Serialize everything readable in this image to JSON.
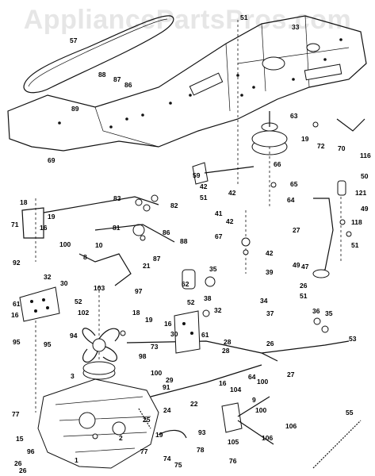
{
  "watermark": "AppliancePartsPros.com",
  "callouts": [
    "57",
    "51",
    "33",
    "88",
    "87",
    "86",
    "89",
    "63",
    "19",
    "72",
    "70",
    "116",
    "69",
    "59",
    "66",
    "42",
    "51",
    "65",
    "42",
    "64",
    "50",
    "121",
    "49",
    "18",
    "19",
    "71",
    "16",
    "83",
    "82",
    "81",
    "86",
    "88",
    "21",
    "87",
    "100",
    "92",
    "10",
    "8",
    "41",
    "42",
    "118",
    "27",
    "51",
    "67",
    "62",
    "35",
    "38",
    "39",
    "42",
    "32",
    "30",
    "52",
    "61",
    "16",
    "103",
    "97",
    "102",
    "18",
    "19",
    "16",
    "47",
    "49",
    "26",
    "51",
    "36",
    "35",
    "34",
    "37",
    "95",
    "94",
    "98",
    "73",
    "52",
    "32",
    "30",
    "61",
    "3",
    "28",
    "53",
    "26",
    "27",
    "95",
    "91",
    "25",
    "24",
    "100",
    "29",
    "16",
    "22",
    "104",
    "100",
    "64",
    "100",
    "106",
    "77",
    "19",
    "2",
    "26",
    "93",
    "106",
    "15",
    "96",
    "26",
    "1",
    "77",
    "74",
    "75",
    "78",
    "76",
    "55",
    "105",
    "9",
    "28"
  ]
}
